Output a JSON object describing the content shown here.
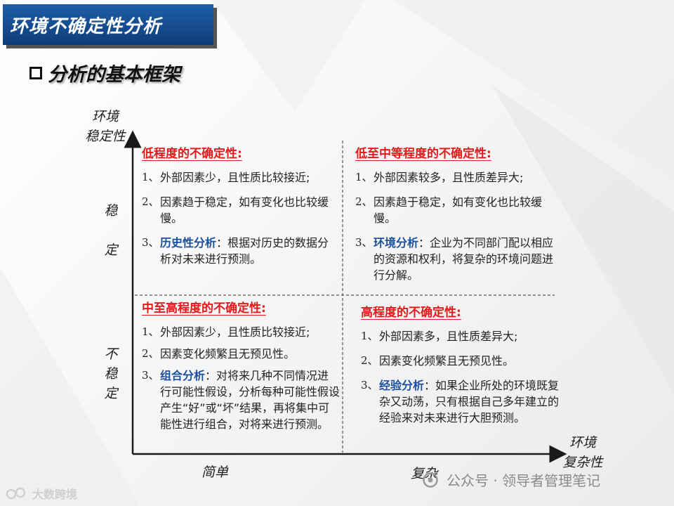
{
  "title": "环境不确定性分析",
  "subtitle": "分析的基本框架",
  "axes": {
    "y_title": "环境\n稳定性",
    "x_title": "环境\n复杂性",
    "y_stable": "稳\n\n定",
    "y_unstable": "不\n稳\n定",
    "x_simple": "简单",
    "x_complex": "复杂"
  },
  "quadrants": [
    {
      "title": "低程度的不确定性:",
      "items": [
        {
          "num": "1、",
          "highlight": "",
          "text": "外部因素少，且性质比较接近;"
        },
        {
          "num": "2、",
          "highlight": "",
          "text": "因素趋于稳定，如有变化也比较缓慢。"
        },
        {
          "num": "3、",
          "highlight": "历史性分析",
          "text": "：根据对历史的数据分析对未来进行预测。"
        }
      ]
    },
    {
      "title": "低至中等程度的不确定性:",
      "items": [
        {
          "num": "1、",
          "highlight": "",
          "text": "外部因素较多，且性质差异大;"
        },
        {
          "num": "2、",
          "highlight": "",
          "text": "因素趋于稳定，如有变化也比较缓慢。"
        },
        {
          "num": "3、",
          "highlight": "环境分析",
          "text": "：企业为不同部门配以相应的资源和权利，将复杂的环境问题进行分解。"
        }
      ]
    },
    {
      "title": "中至高程度的不确定性:",
      "items": [
        {
          "num": "1、",
          "highlight": "",
          "text": "外部因素少，且性质比较接近;"
        },
        {
          "num": "2、",
          "highlight": "",
          "text": "因素变化频繁且无预见性。"
        },
        {
          "num": "3、",
          "highlight": "组合分析",
          "text": "：对将来几种不同情况进行可能性假设，分析每种可能性假设产生“好”或“坏”结果，再将集中可能性进行组合，对将来进行预测。"
        }
      ]
    },
    {
      "title": "高程度的不确定性:",
      "items": [
        {
          "num": "1、",
          "highlight": "",
          "text": "外部因素多，且性质差异大;"
        },
        {
          "num": "2、",
          "highlight": "",
          "text": "因素变化频繁且无预见性。"
        },
        {
          "num": "3、",
          "highlight": "经验分析",
          "text": "：如果企业所处的环境既复杂又动荡，只有根据自己多年建立的经验来对未来进行大胆预测。"
        }
      ]
    }
  ],
  "watermark_left": "大数跨境",
  "watermark_right": "公众号 · 领导者管理笔记"
}
